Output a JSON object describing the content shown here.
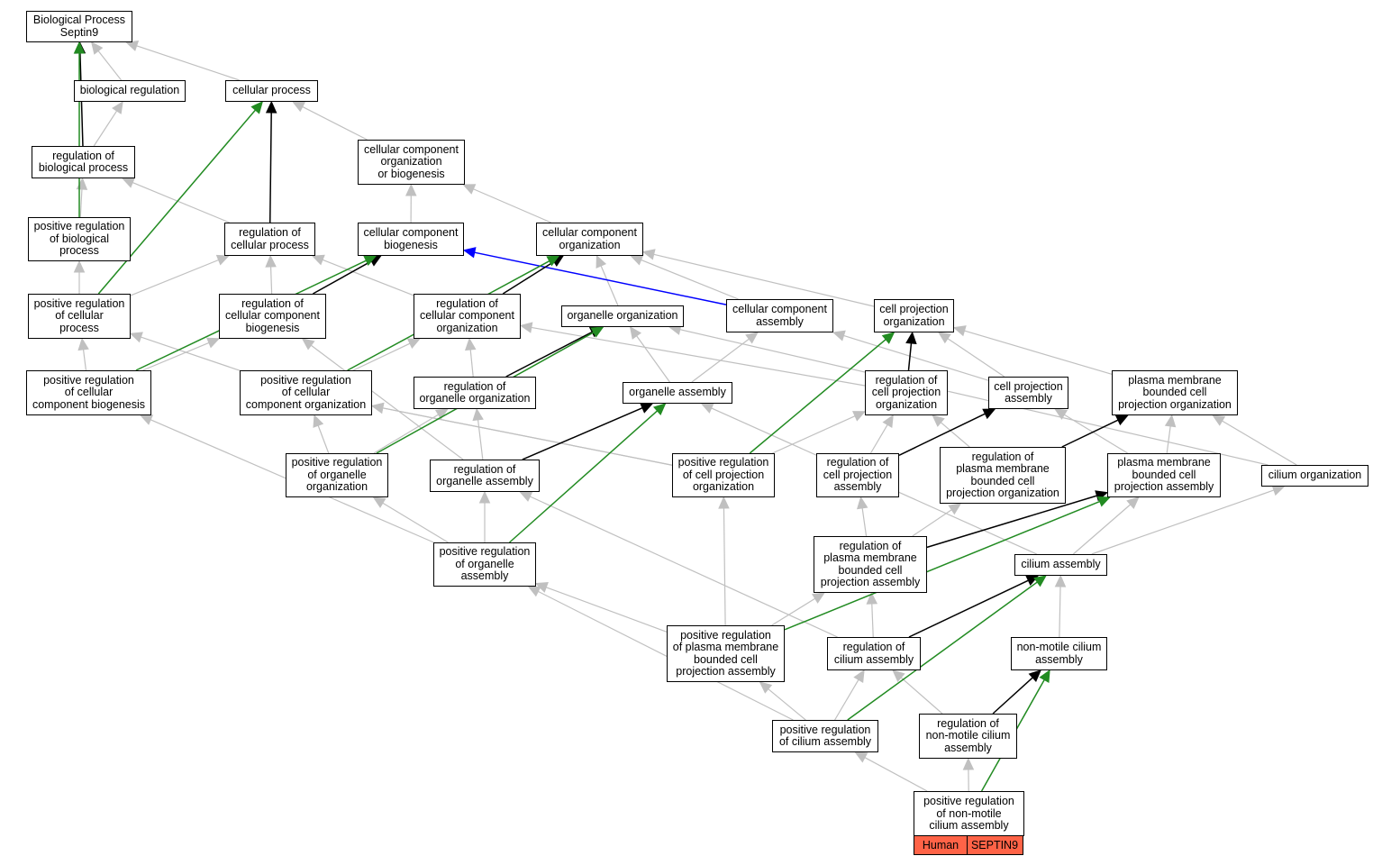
{
  "colors": {
    "is_a": "#c0c0c0",
    "part_of": "#000000",
    "positively_regulates": "#228b22",
    "regulates": "#0000ff",
    "node_border": "#000000",
    "species_fill": "#ff6347"
  },
  "nodes": {
    "bp": "Biological Process\nSeptin9",
    "biological_regulation": "biological regulation",
    "cellular_process": "cellular process",
    "regulation_of_biological_process": "regulation of\nbiological process",
    "cc_org_or_biogenesis": "cellular component\norganization\nor biogenesis",
    "positive_regulation_of_biological_process": "positive regulation\nof biological\nprocess",
    "regulation_of_cellular_process": "regulation of\ncellular process",
    "cc_biogenesis": "cellular component\nbiogenesis",
    "cc_organization": "cellular component\norganization",
    "positive_regulation_of_cellular_process": "positive regulation\nof cellular\nprocess",
    "regulation_of_cc_biogenesis": "regulation of\ncellular component\nbiogenesis",
    "regulation_of_cc_organization": "regulation of\ncellular component\norganization",
    "organelle_organization": "organelle organization",
    "cc_assembly": "cellular component\nassembly",
    "cell_projection_organization": "cell projection\norganization",
    "pos_reg_cc_biogenesis": "positive regulation\nof cellular\ncomponent biogenesis",
    "pos_reg_cc_organization": "positive regulation\nof cellular\ncomponent organization",
    "regulation_of_organelle_organization": "regulation of\norganelle organization",
    "organelle_assembly": "organelle assembly",
    "regulation_of_cell_projection_organization": "regulation of\ncell projection\norganization",
    "cell_projection_assembly": "cell projection\nassembly",
    "pm_bounded_cell_projection_organization": "plasma membrane\nbounded cell\nprojection organization",
    "pos_reg_organelle_organization": "positive regulation\nof organelle\norganization",
    "regulation_of_organelle_assembly": "regulation of\norganelle assembly",
    "pos_reg_cell_projection_organization": "positive regulation\nof cell projection\norganization",
    "regulation_of_cell_projection_assembly": "regulation of\ncell projection\nassembly",
    "regulation_of_pm_bounded_cell_projection_organization": "regulation of\nplasma membrane\nbounded cell\nprojection organization",
    "pm_bounded_cell_projection_assembly": "plasma membrane\nbounded cell\nprojection assembly",
    "cilium_organization": "cilium organization",
    "pos_reg_organelle_assembly": "positive regulation\nof organelle\nassembly",
    "regulation_of_pm_bounded_cell_projection_assembly": "regulation of\nplasma membrane\nbounded cell\nprojection assembly",
    "cilium_assembly": "cilium assembly",
    "pos_reg_pm_bounded_cell_projection_assembly": "positive regulation\nof plasma membrane\nbounded cell\nprojection assembly",
    "regulation_of_cilium_assembly": "regulation of\ncilium assembly",
    "non_motile_cilium_assembly": "non-motile cilium\nassembly",
    "pos_reg_cilium_assembly": "positive regulation\nof cilium assembly",
    "regulation_of_non_motile_cilium_assembly": "regulation of\nnon-motile cilium\nassembly",
    "pos_reg_non_motile_cilium_assembly": "positive regulation\nof non-motile\ncilium assembly"
  },
  "annotation": {
    "species": "Human",
    "gene": "SEPTIN9"
  },
  "edges": [
    {
      "from": "biological_regulation",
      "to": "bp",
      "type": "is_a"
    },
    {
      "from": "cellular_process",
      "to": "bp",
      "type": "is_a"
    },
    {
      "from": "regulation_of_biological_process",
      "to": "bp",
      "type": "part_of"
    },
    {
      "from": "positive_regulation_of_biological_process",
      "to": "bp",
      "type": "positively_regulates"
    },
    {
      "from": "regulation_of_biological_process",
      "to": "biological_regulation",
      "type": "is_a"
    },
    {
      "from": "cc_org_or_biogenesis",
      "to": "cellular_process",
      "type": "is_a"
    },
    {
      "from": "regulation_of_cellular_process",
      "to": "cellular_process",
      "type": "part_of"
    },
    {
      "from": "positive_regulation_of_cellular_process",
      "to": "cellular_process",
      "type": "positively_regulates"
    },
    {
      "from": "positive_regulation_of_biological_process",
      "to": "regulation_of_biological_process",
      "type": "is_a"
    },
    {
      "from": "regulation_of_cellular_process",
      "to": "regulation_of_biological_process",
      "type": "is_a"
    },
    {
      "from": "cc_biogenesis",
      "to": "cc_org_or_biogenesis",
      "type": "is_a"
    },
    {
      "from": "cc_organization",
      "to": "cc_org_or_biogenesis",
      "type": "is_a"
    },
    {
      "from": "positive_regulation_of_cellular_process",
      "to": "positive_regulation_of_biological_process",
      "type": "is_a"
    },
    {
      "from": "positive_regulation_of_cellular_process",
      "to": "regulation_of_cellular_process",
      "type": "is_a"
    },
    {
      "from": "regulation_of_cc_biogenesis",
      "to": "regulation_of_cellular_process",
      "type": "is_a"
    },
    {
      "from": "regulation_of_cc_organization",
      "to": "regulation_of_cellular_process",
      "type": "is_a"
    },
    {
      "from": "regulation_of_cc_biogenesis",
      "to": "cc_biogenesis",
      "type": "part_of"
    },
    {
      "from": "pos_reg_cc_biogenesis",
      "to": "cc_biogenesis",
      "type": "positively_regulates"
    },
    {
      "from": "cc_assembly",
      "to": "cc_biogenesis",
      "type": "regulates"
    },
    {
      "from": "regulation_of_cc_organization",
      "to": "cc_organization",
      "type": "part_of"
    },
    {
      "from": "pos_reg_cc_organization",
      "to": "cc_organization",
      "type": "positively_regulates"
    },
    {
      "from": "organelle_organization",
      "to": "cc_organization",
      "type": "is_a"
    },
    {
      "from": "cc_assembly",
      "to": "cc_organization",
      "type": "is_a"
    },
    {
      "from": "cell_projection_organization",
      "to": "cc_organization",
      "type": "is_a"
    },
    {
      "from": "pos_reg_cc_biogenesis",
      "to": "positive_regulation_of_cellular_process",
      "type": "is_a"
    },
    {
      "from": "pos_reg_cc_organization",
      "to": "positive_regulation_of_cellular_process",
      "type": "is_a"
    },
    {
      "from": "pos_reg_cc_biogenesis",
      "to": "regulation_of_cc_biogenesis",
      "type": "is_a"
    },
    {
      "from": "pos_reg_cc_organization",
      "to": "regulation_of_cc_organization",
      "type": "is_a"
    },
    {
      "from": "regulation_of_organelle_organization",
      "to": "regulation_of_cc_organization",
      "type": "is_a"
    },
    {
      "from": "regulation_of_cell_projection_organization",
      "to": "regulation_of_cc_organization",
      "type": "is_a"
    },
    {
      "from": "regulation_of_organelle_organization",
      "to": "organelle_organization",
      "type": "part_of"
    },
    {
      "from": "pos_reg_organelle_organization",
      "to": "organelle_organization",
      "type": "positively_regulates"
    },
    {
      "from": "organelle_assembly",
      "to": "organelle_organization",
      "type": "is_a"
    },
    {
      "from": "cilium_organization",
      "to": "organelle_organization",
      "type": "is_a"
    },
    {
      "from": "organelle_assembly",
      "to": "cc_assembly",
      "type": "is_a"
    },
    {
      "from": "cell_projection_assembly",
      "to": "cc_assembly",
      "type": "is_a"
    },
    {
      "from": "regulation_of_cell_projection_organization",
      "to": "cell_projection_organization",
      "type": "part_of"
    },
    {
      "from": "pos_reg_cell_projection_organization",
      "to": "cell_projection_organization",
      "type": "positively_regulates"
    },
    {
      "from": "cell_projection_assembly",
      "to": "cell_projection_organization",
      "type": "is_a"
    },
    {
      "from": "pm_bounded_cell_projection_organization",
      "to": "cell_projection_organization",
      "type": "is_a"
    },
    {
      "from": "pos_reg_organelle_organization",
      "to": "pos_reg_cc_organization",
      "type": "is_a"
    },
    {
      "from": "pos_reg_cell_projection_organization",
      "to": "pos_reg_cc_organization",
      "type": "is_a"
    },
    {
      "from": "pos_reg_organelle_assembly",
      "to": "pos_reg_cc_biogenesis",
      "type": "is_a"
    },
    {
      "from": "pos_reg_organelle_organization",
      "to": "regulation_of_organelle_organization",
      "type": "is_a"
    },
    {
      "from": "regulation_of_organelle_assembly",
      "to": "regulation_of_organelle_organization",
      "type": "is_a"
    },
    {
      "from": "regulation_of_organelle_assembly",
      "to": "regulation_of_cc_biogenesis",
      "type": "is_a"
    },
    {
      "from": "regulation_of_organelle_assembly",
      "to": "organelle_assembly",
      "type": "part_of"
    },
    {
      "from": "pos_reg_organelle_assembly",
      "to": "organelle_assembly",
      "type": "positively_regulates"
    },
    {
      "from": "cilium_assembly",
      "to": "organelle_assembly",
      "type": "is_a"
    },
    {
      "from": "pos_reg_cell_projection_organization",
      "to": "regulation_of_cell_projection_organization",
      "type": "is_a"
    },
    {
      "from": "regulation_of_cell_projection_assembly",
      "to": "regulation_of_cell_projection_organization",
      "type": "is_a"
    },
    {
      "from": "regulation_of_pm_bounded_cell_projection_organization",
      "to": "regulation_of_cell_projection_organization",
      "type": "is_a"
    },
    {
      "from": "regulation_of_cell_projection_assembly",
      "to": "cell_projection_assembly",
      "type": "part_of"
    },
    {
      "from": "pm_bounded_cell_projection_assembly",
      "to": "cell_projection_assembly",
      "type": "is_a"
    },
    {
      "from": "regulation_of_pm_bounded_cell_projection_organization",
      "to": "pm_bounded_cell_projection_organization",
      "type": "part_of"
    },
    {
      "from": "pm_bounded_cell_projection_assembly",
      "to": "pm_bounded_cell_projection_organization",
      "type": "is_a"
    },
    {
      "from": "cilium_organization",
      "to": "pm_bounded_cell_projection_organization",
      "type": "is_a"
    },
    {
      "from": "pos_reg_organelle_assembly",
      "to": "pos_reg_organelle_organization",
      "type": "is_a"
    },
    {
      "from": "pos_reg_organelle_assembly",
      "to": "regulation_of_organelle_assembly",
      "type": "is_a"
    },
    {
      "from": "pos_reg_pm_bounded_cell_projection_assembly",
      "to": "pos_reg_cell_projection_organization",
      "type": "is_a"
    },
    {
      "from": "regulation_of_pm_bounded_cell_projection_assembly",
      "to": "regulation_of_cell_projection_assembly",
      "type": "is_a"
    },
    {
      "from": "regulation_of_pm_bounded_cell_projection_assembly",
      "to": "regulation_of_pm_bounded_cell_projection_organization",
      "type": "is_a"
    },
    {
      "from": "regulation_of_pm_bounded_cell_projection_assembly",
      "to": "pm_bounded_cell_projection_assembly",
      "type": "part_of"
    },
    {
      "from": "pos_reg_pm_bounded_cell_projection_assembly",
      "to": "pm_bounded_cell_projection_assembly",
      "type": "positively_regulates"
    },
    {
      "from": "cilium_assembly",
      "to": "pm_bounded_cell_projection_assembly",
      "type": "is_a"
    },
    {
      "from": "cilium_assembly",
      "to": "cilium_organization",
      "type": "is_a"
    },
    {
      "from": "pos_reg_pm_bounded_cell_projection_assembly",
      "to": "regulation_of_pm_bounded_cell_projection_assembly",
      "type": "is_a"
    },
    {
      "from": "pos_reg_pm_bounded_cell_projection_assembly",
      "to": "pos_reg_organelle_assembly",
      "type": "is_a"
    },
    {
      "from": "regulation_of_cilium_assembly",
      "to": "regulation_of_pm_bounded_cell_projection_assembly",
      "type": "is_a"
    },
    {
      "from": "regulation_of_cilium_assembly",
      "to": "regulation_of_organelle_assembly",
      "type": "is_a"
    },
    {
      "from": "regulation_of_cilium_assembly",
      "to": "cilium_assembly",
      "type": "part_of"
    },
    {
      "from": "pos_reg_cilium_assembly",
      "to": "cilium_assembly",
      "type": "positively_regulates"
    },
    {
      "from": "non_motile_cilium_assembly",
      "to": "cilium_assembly",
      "type": "is_a"
    },
    {
      "from": "pos_reg_cilium_assembly",
      "to": "pos_reg_pm_bounded_cell_projection_assembly",
      "type": "is_a"
    },
    {
      "from": "pos_reg_cilium_assembly",
      "to": "pos_reg_organelle_assembly",
      "type": "is_a"
    },
    {
      "from": "pos_reg_cilium_assembly",
      "to": "regulation_of_cilium_assembly",
      "type": "is_a"
    },
    {
      "from": "regulation_of_non_motile_cilium_assembly",
      "to": "regulation_of_cilium_assembly",
      "type": "is_a"
    },
    {
      "from": "regulation_of_non_motile_cilium_assembly",
      "to": "non_motile_cilium_assembly",
      "type": "part_of"
    },
    {
      "from": "pos_reg_non_motile_cilium_assembly",
      "to": "non_motile_cilium_assembly",
      "type": "positively_regulates"
    },
    {
      "from": "pos_reg_non_motile_cilium_assembly",
      "to": "regulation_of_non_motile_cilium_assembly",
      "type": "is_a"
    },
    {
      "from": "pos_reg_non_motile_cilium_assembly",
      "to": "pos_reg_cilium_assembly",
      "type": "is_a"
    },
    {
      "from": "pos_reg_cell_projection_organization",
      "to": "pos_reg_cc_organization",
      "type": "is_a"
    }
  ]
}
